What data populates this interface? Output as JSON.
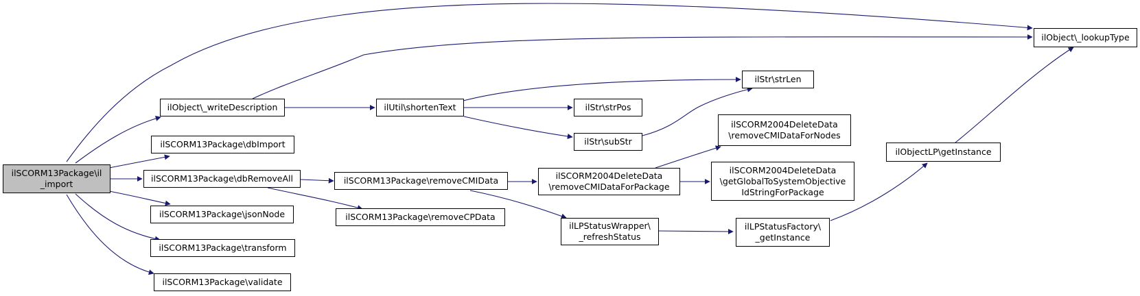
{
  "colors": {
    "edge": "#191970",
    "root_fill": "#bfbfbf",
    "node_fill": "#ffffff",
    "border": "#000000"
  },
  "nodes": {
    "import": {
      "lines": [
        "ilSCORM13Package\\il",
        "_import"
      ]
    },
    "writeDesc": {
      "lines": [
        "ilObject\\_writeDescription"
      ]
    },
    "dbImport": {
      "lines": [
        "ilSCORM13Package\\dbImport"
      ]
    },
    "dbRemoveAll": {
      "lines": [
        "ilSCORM13Package\\dbRemoveAll"
      ]
    },
    "jsonNode": {
      "lines": [
        "ilSCORM13Package\\jsonNode"
      ]
    },
    "transform": {
      "lines": [
        "ilSCORM13Package\\transform"
      ]
    },
    "validate": {
      "lines": [
        "ilSCORM13Package\\validate"
      ]
    },
    "shortenText": {
      "lines": [
        "ilUtil\\shortenText"
      ]
    },
    "removeCMI": {
      "lines": [
        "ilSCORM13Package\\removeCMIData"
      ]
    },
    "removeCP": {
      "lines": [
        "ilSCORM13Package\\removeCPData"
      ]
    },
    "strLen": {
      "lines": [
        "ilStr\\strLen"
      ]
    },
    "strPos": {
      "lines": [
        "ilStr\\strPos"
      ]
    },
    "subStr": {
      "lines": [
        "ilStr\\subStr"
      ]
    },
    "delPkg": {
      "lines": [
        "ilSCORM2004DeleteData",
        "\\removeCMIDataForPackage"
      ]
    },
    "delNodes": {
      "lines": [
        "ilSCORM2004DeleteData",
        "\\removeCMIDataForNodes"
      ]
    },
    "delGlobal": {
      "lines": [
        "ilSCORM2004DeleteData",
        "\\getGlobalToSystemObjective",
        "IdStringForPackage"
      ]
    },
    "refresh": {
      "lines": [
        "ilLPStatusWrapper\\",
        "_refreshStatus"
      ]
    },
    "factory": {
      "lines": [
        "ilLPStatusFactory\\",
        "_getInstance"
      ]
    },
    "lpInstance": {
      "lines": [
        "ilObjectLP\\getInstance"
      ]
    },
    "lookupType": {
      "lines": [
        "ilObject\\_lookupType"
      ]
    }
  }
}
